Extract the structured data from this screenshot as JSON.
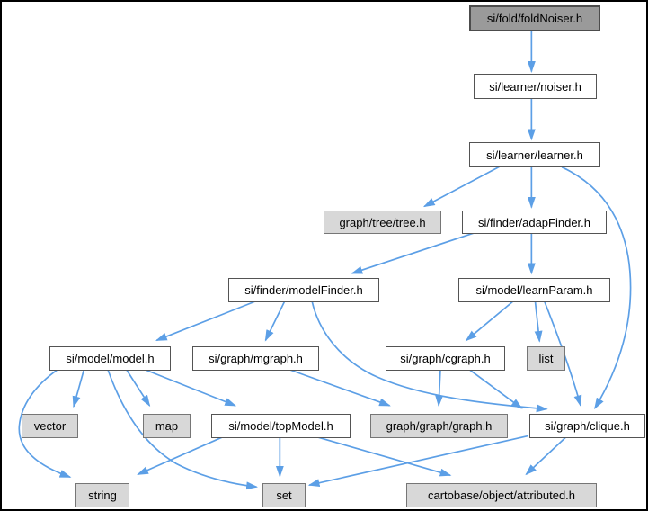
{
  "diagram": {
    "type": "include-dependency-graph",
    "focus_file": "si/fold/foldNoiser.h",
    "colors": {
      "edge": "#5C9FE6",
      "focus_fill": "#9A9A9A",
      "focus_border": "#4C4C4C",
      "header_fill": "#FFFFFF",
      "header_border": "#545454",
      "external_fill": "#D8D8D8",
      "external_border": "#767676",
      "text": "#000000",
      "frame": "#000000",
      "background": "#FFFFFF"
    },
    "nodes": [
      {
        "id": "foldNoiser",
        "label": "si/fold/foldNoiser.h",
        "kind": "focus"
      },
      {
        "id": "noiser",
        "label": "si/learner/noiser.h",
        "kind": "header"
      },
      {
        "id": "learner",
        "label": "si/learner/learner.h",
        "kind": "header"
      },
      {
        "id": "tree",
        "label": "graph/tree/tree.h",
        "kind": "external"
      },
      {
        "id": "adapFinder",
        "label": "si/finder/adapFinder.h",
        "kind": "header"
      },
      {
        "id": "modelFinder",
        "label": "si/finder/modelFinder.h",
        "kind": "header"
      },
      {
        "id": "learnParam",
        "label": "si/model/learnParam.h",
        "kind": "header"
      },
      {
        "id": "model",
        "label": "si/model/model.h",
        "kind": "header"
      },
      {
        "id": "mgraph",
        "label": "si/graph/mgraph.h",
        "kind": "header"
      },
      {
        "id": "cgraph",
        "label": "si/graph/cgraph.h",
        "kind": "header"
      },
      {
        "id": "list",
        "label": "list",
        "kind": "external"
      },
      {
        "id": "vector",
        "label": "vector",
        "kind": "external"
      },
      {
        "id": "map",
        "label": "map",
        "kind": "external"
      },
      {
        "id": "topModel",
        "label": "si/model/topModel.h",
        "kind": "header"
      },
      {
        "id": "graphgraph",
        "label": "graph/graph/graph.h",
        "kind": "external"
      },
      {
        "id": "clique",
        "label": "si/graph/clique.h",
        "kind": "header"
      },
      {
        "id": "string",
        "label": "string",
        "kind": "external"
      },
      {
        "id": "set",
        "label": "set",
        "kind": "external"
      },
      {
        "id": "attributed",
        "label": "cartobase/object/attributed.h",
        "kind": "external"
      }
    ],
    "edges": [
      {
        "from": "foldNoiser",
        "to": "noiser"
      },
      {
        "from": "noiser",
        "to": "learner"
      },
      {
        "from": "learner",
        "to": "tree"
      },
      {
        "from": "learner",
        "to": "adapFinder"
      },
      {
        "from": "learner",
        "to": "clique"
      },
      {
        "from": "adapFinder",
        "to": "modelFinder"
      },
      {
        "from": "adapFinder",
        "to": "learnParam"
      },
      {
        "from": "learnParam",
        "to": "cgraph"
      },
      {
        "from": "learnParam",
        "to": "list"
      },
      {
        "from": "learnParam",
        "to": "clique"
      },
      {
        "from": "modelFinder",
        "to": "model"
      },
      {
        "from": "modelFinder",
        "to": "mgraph"
      },
      {
        "from": "modelFinder",
        "to": "clique"
      },
      {
        "from": "model",
        "to": "vector"
      },
      {
        "from": "model",
        "to": "map"
      },
      {
        "from": "model",
        "to": "topModel"
      },
      {
        "from": "model",
        "to": "string"
      },
      {
        "from": "model",
        "to": "set"
      },
      {
        "from": "mgraph",
        "to": "graphgraph"
      },
      {
        "from": "cgraph",
        "to": "graphgraph"
      },
      {
        "from": "cgraph",
        "to": "clique"
      },
      {
        "from": "topModel",
        "to": "string"
      },
      {
        "from": "topModel",
        "to": "set"
      },
      {
        "from": "topModel",
        "to": "attributed"
      },
      {
        "from": "clique",
        "to": "set"
      },
      {
        "from": "clique",
        "to": "attributed"
      }
    ]
  }
}
